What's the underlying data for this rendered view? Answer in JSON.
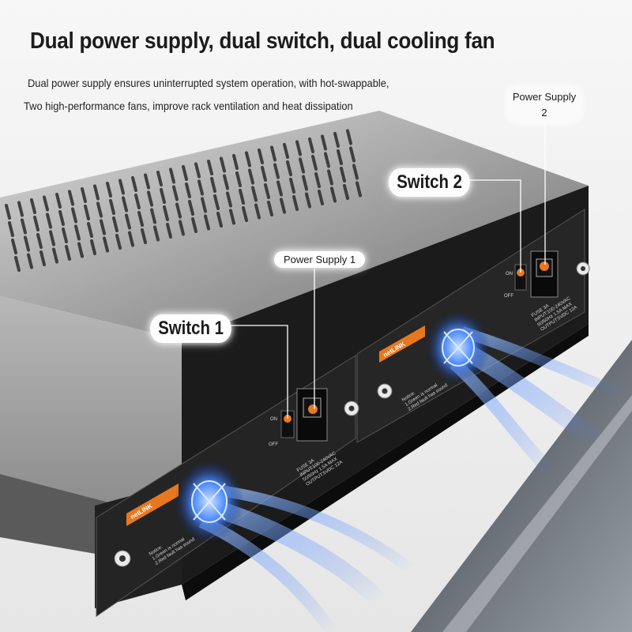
{
  "headline": "Dual power supply, dual switch, dual cooling fan",
  "subtitle_line1": "Dual power supply ensures uninterrupted system operation, with hot-swappable,",
  "subtitle_line2": "Two high-performance fans, improve rack ventilation and heat dissipation",
  "callouts": {
    "power_supply_2_line1": "Power Supply",
    "power_supply_2_line2": "2",
    "switch_2": "Switch 2",
    "power_supply_1": "Power Supply 1",
    "switch_1": "Switch 1"
  },
  "device": {
    "brand": "netLINK",
    "notice_title": "Notice:",
    "notice_line1": "1.Green is normal",
    "notice_line2": "2.Red fault has sound",
    "switch_on": "ON",
    "switch_off": "OFF",
    "fuse": "FUSE 3A",
    "input": "INPUT:100-240VAC",
    "hz": "50/60Hz 1.5A MAX",
    "output": "OUTPUT:5VDC 12A"
  },
  "colors": {
    "chassis_top": "#b9b9b9",
    "chassis_front": "#1a1a1a",
    "brand_orange": "#e8781e",
    "fan_glow": "#2f7cff",
    "callout_line": "#ffffff"
  }
}
